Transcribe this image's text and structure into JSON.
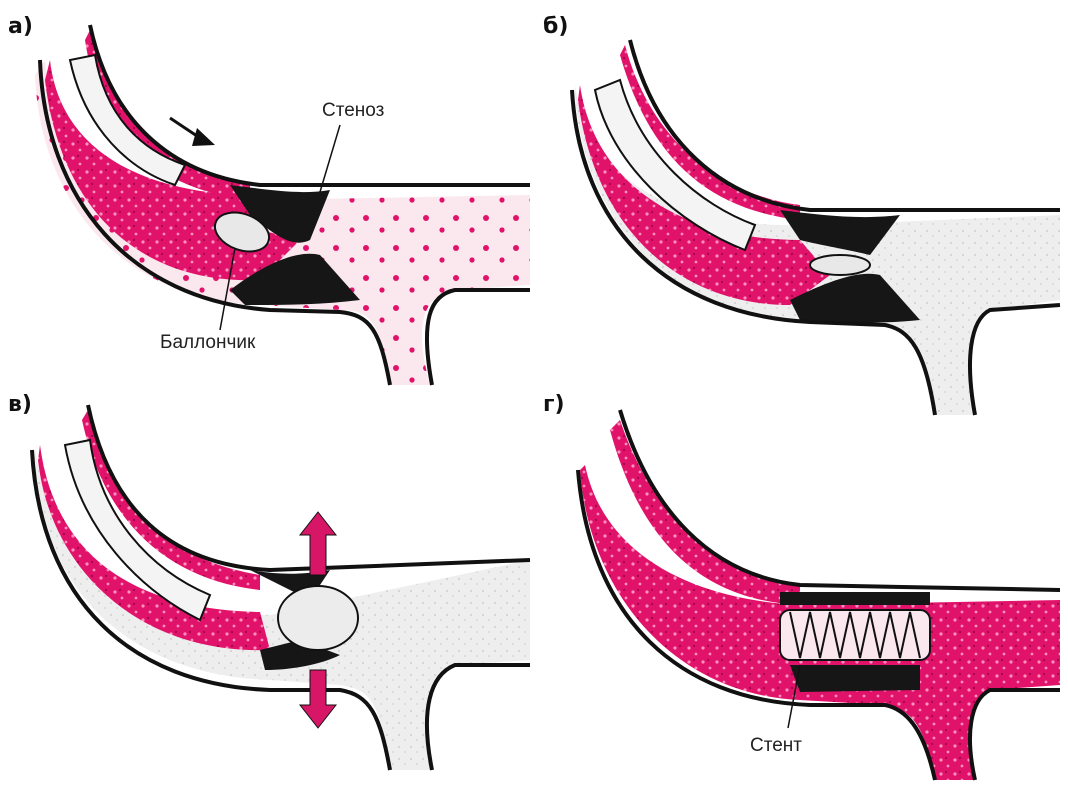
{
  "panels": [
    {
      "id": "a",
      "letter": "а)",
      "callouts": [
        "Стеноз",
        "Баллончик"
      ]
    },
    {
      "id": "b",
      "letter": "б)"
    },
    {
      "id": "v",
      "letter": "в)"
    },
    {
      "id": "g",
      "letter": "г)",
      "callouts": [
        "Стент"
      ]
    }
  ],
  "colors": {
    "blood": "#e0126a",
    "plaque": "#161616",
    "wall": "#111111",
    "lumen_empty": "#f2f2f2",
    "arrow": "#d81668"
  },
  "icons": {
    "direction_arrow": "arrow-icon",
    "expansion_arrows": "double-arrow-icon"
  }
}
